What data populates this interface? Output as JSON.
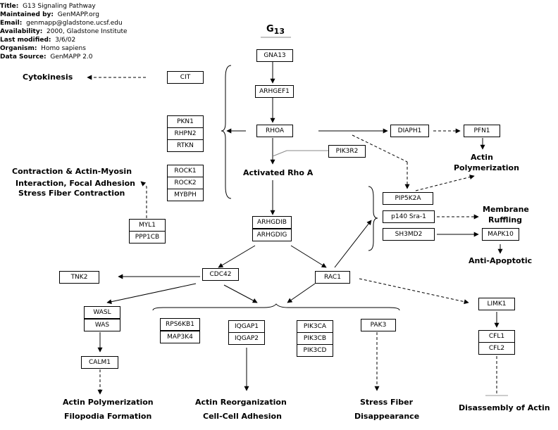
{
  "meta": {
    "title_key": "Title:",
    "title_val": "G13 Signaling Pathway",
    "maint_key": "Maintained by:",
    "maint_val": "GenMAPP.org",
    "email_key": "Email:",
    "email_val": "genmapp@gladstone.ucsf.edu",
    "avail_key": "Availability:",
    "avail_val": "2000, Gladstone Institute",
    "mod_key": "Last modified:",
    "mod_val": "3/6/02",
    "org_key": "Organism:",
    "org_val": "Homo sapiens",
    "src_key": "Data Source:",
    "src_val": "GenMAPP 2.0"
  },
  "diagram_title": {
    "main": "G",
    "sub": "13"
  },
  "genes": {
    "gna13": "GNA13",
    "cit": "CIT",
    "arhgef1": "ARHGEF1",
    "pkn1": "PKN1",
    "rhpn2": "RHPN2",
    "rtkn": "RTKN",
    "rhoa": "RHOA",
    "diaph1": "DIAPH1",
    "pfn1": "PFN1",
    "pik3r2": "PIK3R2",
    "rock1": "ROCK1",
    "rock2": "ROCK2",
    "mybph": "MYBPH",
    "pip5k2a": "PIP5K2A",
    "p140": "p140 Sra-1",
    "sh3md2": "SH3MD2",
    "mapk10": "MAPK10",
    "myl1": "MYL1",
    "ppp1cb": "PPP1CB",
    "arhgdib": "ARHGDIB",
    "arhgdig": "ARHGDIG",
    "cdc42": "CDC42",
    "rac1": "RAC1",
    "tnk2": "TNK2",
    "limk1": "LIMK1",
    "wasl": "WASL",
    "was": "WAS",
    "rps6kb1": "RPS6KB1",
    "map3k4": "MAP3K4",
    "iqgap1": "IQGAP1",
    "iqgap2": "IQGAP2",
    "pik3ca": "PIK3CA",
    "pik3cb": "PIK3CB",
    "pik3cd": "PIK3CD",
    "pak3": "PAK3",
    "cfl1": "CFL1",
    "cfl2": "CFL2",
    "calm1": "CALM1"
  },
  "labels": {
    "cytokinesis": "Cytokinesis",
    "contraction_1": "Contraction & Actin-Myosin",
    "contraction_2": "Interaction, Focal Adhesion",
    "contraction_3": "Stress Fiber Contraction",
    "activated_rho": "Activated Rho A",
    "actin_poly_1": "Actin",
    "actin_poly_2": "Polymerization",
    "membrane_1": "Membrane",
    "membrane_2": "Ruffling",
    "anti_apoptotic": "Anti-Apoptotic",
    "filopodia_1": "Actin Polymerization",
    "filopodia_2": "Filopodia Formation",
    "reorg_1": "Actin Reorganization",
    "reorg_2": "Cell-Cell Adhesion",
    "stress_1": "Stress Fiber",
    "stress_2": "Disappearance",
    "disassembly": "Disassembly of Actin"
  }
}
